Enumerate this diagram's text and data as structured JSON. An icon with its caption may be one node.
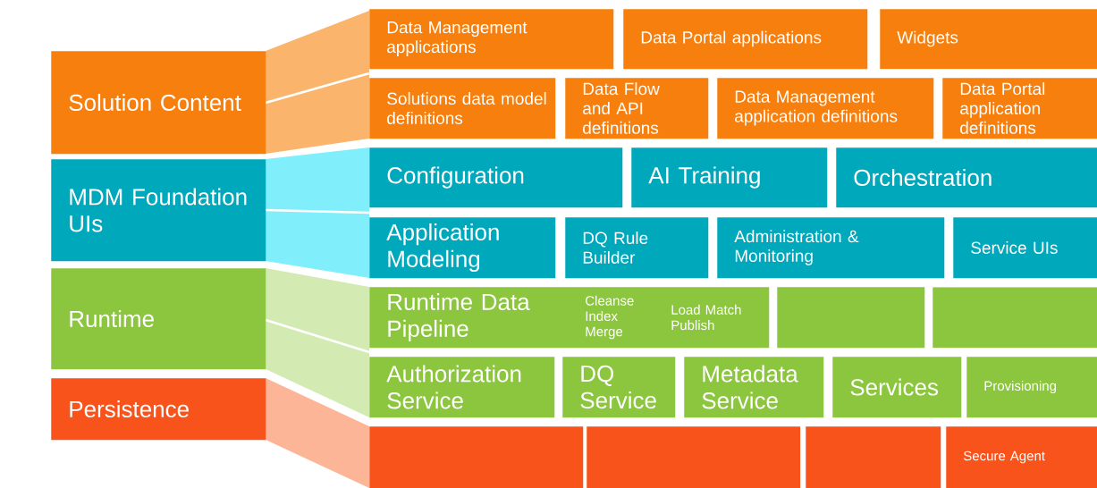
{
  "diagram": {
    "nodes": [
      {
        "text": [
          "Solution Content"
        ]
      },
      {
        "text": [
          "MDM Foundation UIs"
        ]
      },
      {
        "text": [
          "Runtime"
        ]
      },
      {
        "text": [
          "Persistence"
        ]
      },
      {
        "text": [
          "Data Management applications"
        ]
      },
      {
        "text": [
          "Data Portal applications"
        ]
      },
      {
        "text": [
          "Widgets"
        ]
      },
      {
        "text": [
          "Solutions data model definitions"
        ]
      },
      {
        "text": [
          "Data Flow and API definitions"
        ]
      },
      {
        "text": [
          "Data Management application definitions"
        ]
      },
      {
        "text": [
          "Data Portal application definitions"
        ]
      },
      {
        "text": [
          "Configuration"
        ]
      },
      {
        "text": [
          "AI Training"
        ]
      },
      {
        "text": [
          "Orchestration"
        ]
      },
      {
        "text": [
          "Application Modeling"
        ]
      },
      {
        "text": [
          "DQ Rule Builder"
        ]
      },
      {
        "text": [
          "Administration & Monitoring"
        ]
      },
      {
        "text": [
          "Service UIs"
        ]
      },
      {
        "text": [
          "Runtime Data Pipeline",
          "Cleanse Index Merge",
          "Load Match Publish"
        ]
      },
      {
        "text": [],
        "shape": "box"
      },
      {
        "text": [],
        "shape": "box"
      },
      {
        "text": [
          "Authorization Service"
        ]
      },
      {
        "text": [
          "DQ Service"
        ]
      },
      {
        "text": [
          "Metadata Service"
        ]
      },
      {
        "text": [
          "Services"
        ]
      },
      {
        "text": [
          "Provisioning"
        ]
      },
      {
        "text": [],
        "shape": "box"
      },
      {
        "text": [],
        "shape": "box"
      },
      {
        "text": [],
        "shape": "box"
      },
      {
        "text": [
          "Secure Agent"
        ]
      }
    ]
  }
}
